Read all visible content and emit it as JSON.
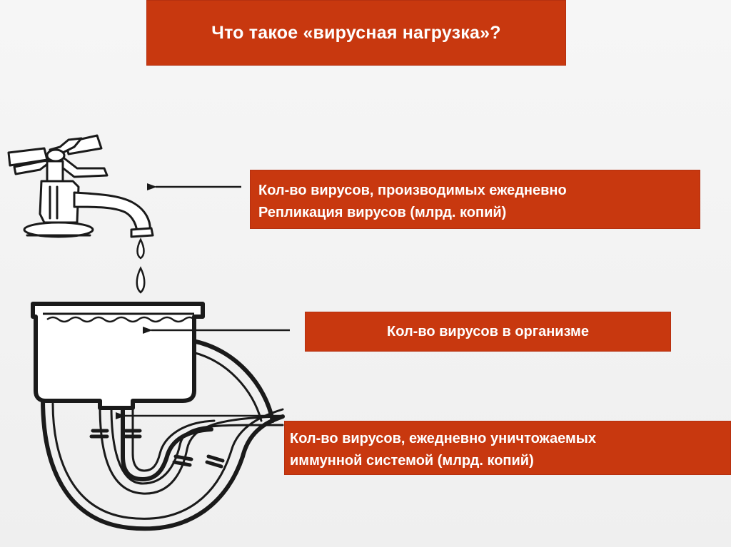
{
  "title": "Что такое «вирусная нагрузка»?",
  "labels": {
    "replication_line1": "Кол-во вирусов, производимых ежедневно",
    "replication_line2": "Репликация вирусов (млрд. копий)",
    "in_body": "Кол-во вирусов в организме",
    "destroyed_line1": "Кол-во вирусов, ежедневно уничтожаемых",
    "destroyed_line2": "иммунной системой (млрд. копий)"
  },
  "colors": {
    "box_background": "#c8380f",
    "box_text": "#ffffff",
    "line_art": "#1a1a1a",
    "slide_background": "#f3f3f3"
  },
  "icons": [
    "faucet-icon",
    "water-drop-icon",
    "basin-icon",
    "drain-pipe-icon",
    "arrow-left-icon"
  ]
}
